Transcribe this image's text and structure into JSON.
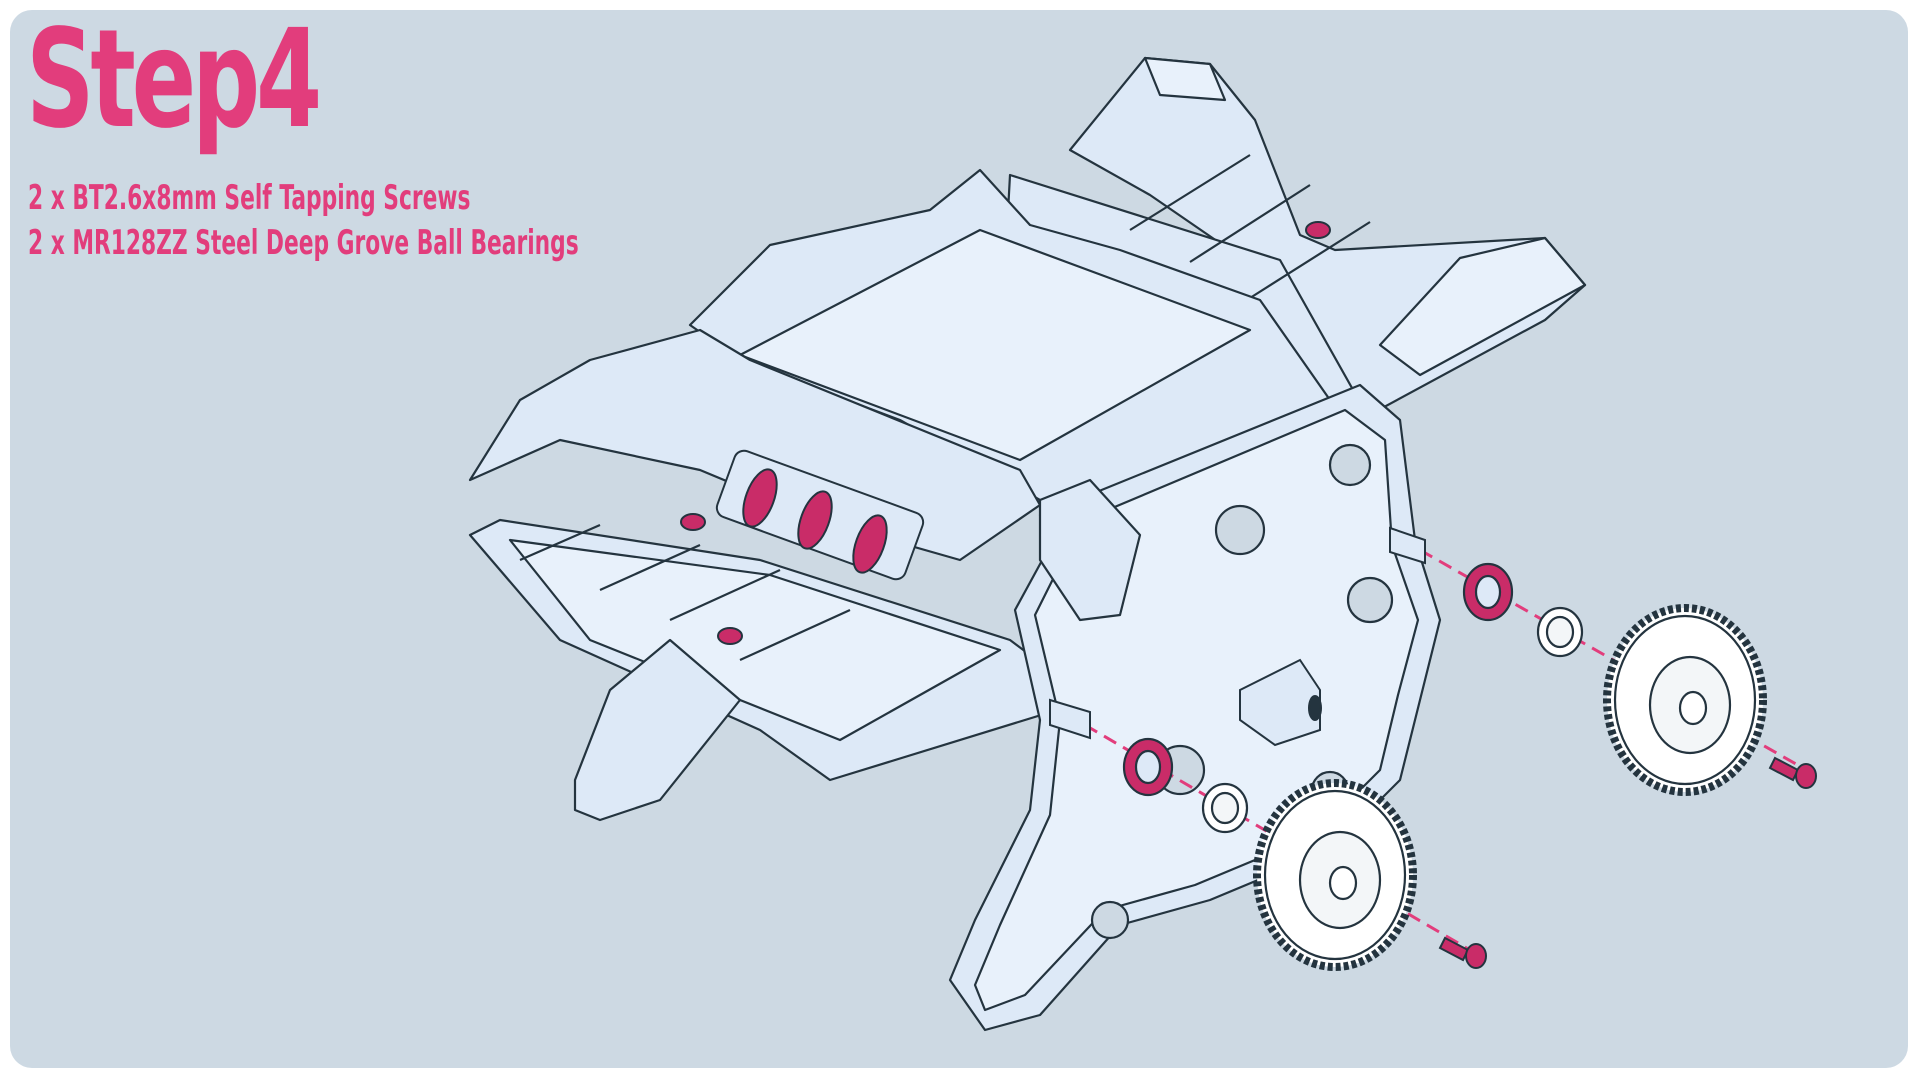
{
  "step": {
    "title": "Step4",
    "parts": [
      "2 x BT2.6x8mm Self Tapping Screws",
      "2 x MR128ZZ Steel Deep Grove Ball Bearings"
    ]
  },
  "colors": {
    "background": "#cdd9e3",
    "accent": "#e23d7c",
    "part_fill": "#dde9f7",
    "line": "#24343f",
    "bearing": "#c92c68",
    "gear_fill": "#ffffff"
  },
  "components": [
    "frame-body",
    "side-plate",
    "bearing",
    "spacer",
    "gear",
    "screw",
    "motor-boss",
    "roller"
  ]
}
